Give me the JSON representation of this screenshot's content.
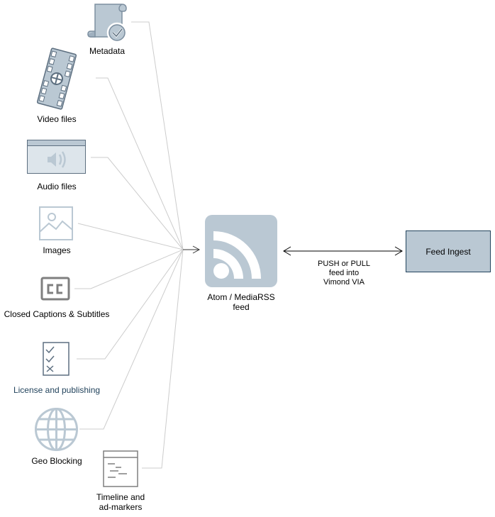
{
  "sources": [
    {
      "id": "metadata",
      "label": "Metadata",
      "icon": "scroll-certificate-icon"
    },
    {
      "id": "video",
      "label": "Video files",
      "icon": "film-reel-icon"
    },
    {
      "id": "audio",
      "label": "Audio files",
      "icon": "speaker-window-icon"
    },
    {
      "id": "images",
      "label": "Images",
      "icon": "image-icon"
    },
    {
      "id": "captions",
      "label": "Closed Captions & Subtitles",
      "icon": "closed-captions-icon"
    },
    {
      "id": "license",
      "label": "License and publishing",
      "icon": "checklist-icon"
    },
    {
      "id": "geo",
      "label": "Geo Blocking",
      "icon": "globe-icon"
    },
    {
      "id": "timeline",
      "label": "Timeline and",
      "label2": "ad-markers",
      "icon": "timeline-window-icon"
    }
  ],
  "feed": {
    "label1": "Atom / MediaRSS",
    "label2": "feed",
    "icon": "rss-icon"
  },
  "target": {
    "label": "Feed Ingest"
  },
  "connection": {
    "label": "PUSH or PULL\nfeed into\nVimond VIA"
  },
  "colors": {
    "icon_fill": "#bac8d3",
    "icon_stroke": "#7d8fa0",
    "line": "#cccccc",
    "accent": "#23445d"
  }
}
